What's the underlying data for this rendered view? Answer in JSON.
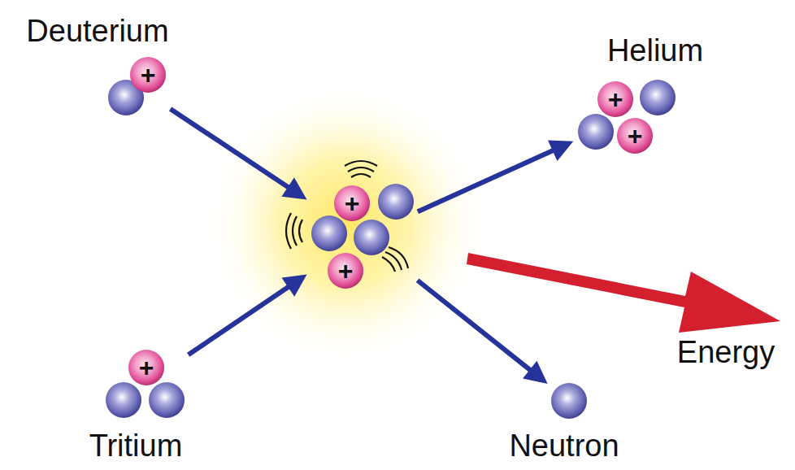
{
  "diagram": {
    "nodes": [
      {
        "text": [
          "Deuterium",
          "+"
        ]
      },
      {
        "text": [
          "Helium",
          "+",
          "+"
        ]
      },
      {
        "text": [
          "+",
          "+"
        ]
      },
      {
        "text": [
          "+",
          "Tritium"
        ]
      },
      {
        "text": [
          "Neutron"
        ]
      }
    ],
    "edges": [
      {
        "from": 0,
        "to": 2,
        "arrow": "to"
      },
      {
        "from": 3,
        "to": 2,
        "arrow": "to"
      },
      {
        "from": 2,
        "to": 1,
        "arrow": "to"
      },
      {
        "from": 2,
        "to": 4,
        "arrow": "to"
      }
    ],
    "labels": [
      "Energy"
    ]
  }
}
